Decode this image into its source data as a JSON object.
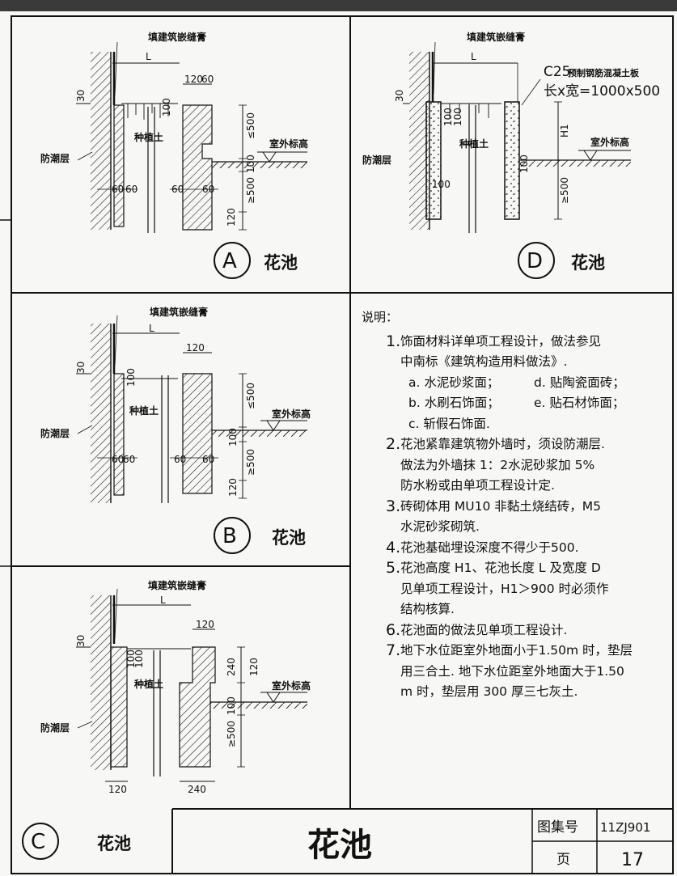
{
  "common": {
    "caulk_label": "填建筑嵌缝膏",
    "L": "L",
    "soil_label": "种植土",
    "moisture_label": "防潮层",
    "outdoor_label": "室外标高",
    "pool_label": "花池"
  },
  "panel_a": {
    "letter": "A",
    "dims": {
      "top_120": "120",
      "top_60": "60",
      "d30": "30",
      "d100": "100",
      "le500": "≤500",
      "d100b": "100",
      "ge500": "≥500",
      "d120": "120",
      "b60a": "60",
      "b60b": "60",
      "b60c": "60",
      "b60d": "60"
    }
  },
  "panel_b": {
    "letter": "B",
    "dims": {
      "top_120": "120",
      "d30": "30",
      "d100": "100",
      "le500": "≤500",
      "d100b": "100",
      "ge500": "≥500",
      "d120": "120",
      "b60a": "60",
      "b60b": "60",
      "b60c": "60",
      "b60d": "60"
    }
  },
  "panel_c": {
    "letter": "C",
    "dims": {
      "top_120": "120",
      "d30": "30",
      "d100a": "100",
      "d100b": "100",
      "d240v": "240",
      "d120v": "120",
      "d100c": "100",
      "ge500": "≥500",
      "b120": "120",
      "b240": "240"
    }
  },
  "panel_d": {
    "letter": "D",
    "slab_label": "C25",
    "slab_desc": "预制钢筋混凝土板",
    "slab_size": "长x宽=1000x500",
    "dims": {
      "d30": "30",
      "d100a": "100",
      "d100b": "100",
      "d100c": "100",
      "h1": "H1",
      "ge500": "≥500",
      "d100d": "100"
    }
  },
  "notes": {
    "heading": "说明：",
    "items": [
      {
        "num": "1.",
        "lines": [
          "饰面材料详单项工程设计，做法参见",
          "中南标《建筑构造用料做法》."
        ]
      },
      {
        "num": "2.",
        "lines": [
          "花池紧靠建筑物外墙时，须设防潮层.",
          "做法为外墙抹 1：2水泥砂浆加 5%",
          "防水粉或由单项工程设计定."
        ]
      },
      {
        "num": "3.",
        "lines": [
          "砖砌体用 MU10 非黏土烧结砖，M5",
          "水泥砂浆砌筑."
        ]
      },
      {
        "num": "4.",
        "lines": [
          "花池基础埋设深度不得少于500."
        ]
      },
      {
        "num": "5.",
        "lines": [
          "花池高度 H1、花池长度 L 及宽度 D",
          "见单项工程设计，H1＞900 时必须作",
          "结构核算."
        ]
      },
      {
        "num": "6.",
        "lines": [
          "花池面的做法见单项工程设计."
        ]
      },
      {
        "num": "7.",
        "lines": [
          "地下水位距室外地面小于1.50m 时，垫层",
          "用三合土. 地下水位距室外地面大于1.50",
          "m 时，垫层用 300 厚三七灰土."
        ]
      }
    ],
    "finishes": [
      {
        "left": "a. 水泥砂浆面；",
        "right": "d. 贴陶瓷面砖；"
      },
      {
        "left": "b. 水刷石饰面；",
        "right": "e. 贴石材饰面；"
      },
      {
        "left": "c. 斩假石饰面.",
        "right": ""
      }
    ]
  },
  "title_block": {
    "title": "花池",
    "atlas_label": "图集号",
    "atlas_no": "11ZJ901",
    "page_label": "页",
    "page_no": "17"
  }
}
